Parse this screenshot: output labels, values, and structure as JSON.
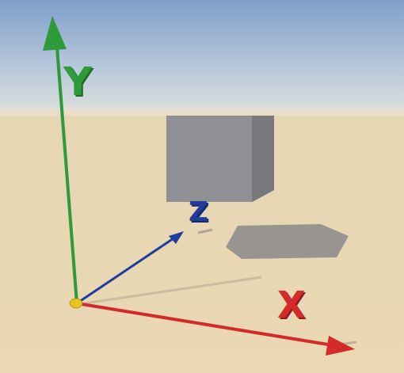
{
  "diagram": {
    "labels": [
      "Y",
      "Z",
      "X"
    ]
  }
}
